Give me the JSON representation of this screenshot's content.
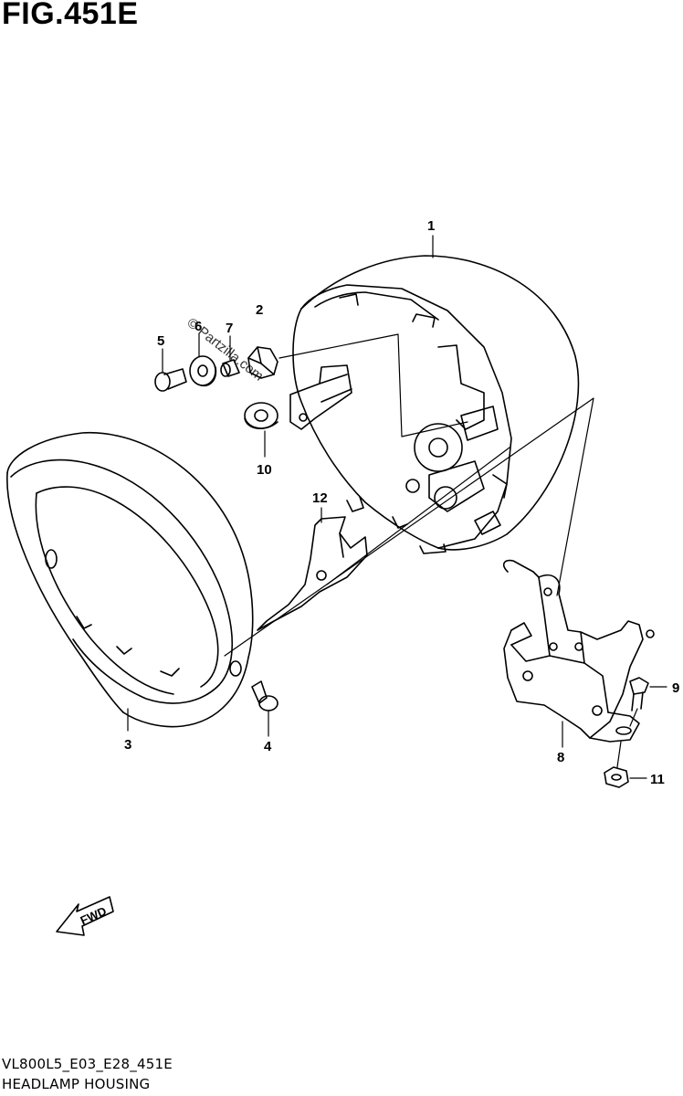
{
  "figure_title": "FIG.451E",
  "footer": {
    "code": "VL800L5_E03_E28_451E",
    "title": "HEADLAMP HOUSING"
  },
  "watermark": "© Partzilla.com",
  "fwd_label": "FWD",
  "callouts": {
    "c1": "1",
    "c2": "2",
    "c3": "3",
    "c4": "4",
    "c5": "5",
    "c6": "6",
    "c7": "7",
    "c8": "8",
    "c9": "9",
    "c10": "10",
    "c11": "11",
    "c12": "12"
  }
}
